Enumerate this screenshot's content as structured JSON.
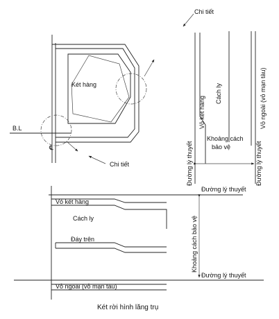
{
  "labels": {
    "chi_tiet_top": "Chi tiết",
    "chi_tiet_bottom": "Chi tiết",
    "ket_hang": "Két hàng",
    "bl": "B.L",
    "centerline": "℄",
    "vo_ket_hang_vertical": "Vỏ két hàng",
    "cach_ly_vertical": "Cách ly",
    "vo_ngoai_vertical": "Vỏ ngoài (vỏ mạn tàu)",
    "duong_ly_thuyet_left_vertical": "Đường lý thuyết",
    "duong_ly_thuyet_right_vertical": "Đường lý thuyết",
    "khoang_cach_line1": "Khoảng cách",
    "khoang_cach_line2": "bảo vệ",
    "duong_ly_thuyet_top": "Đường lý thuyết",
    "vo_ket_hang": "Vỏ két hàng",
    "cach_ly": "Cách ly",
    "day_tren": "Đáy trên",
    "khoang_cach_bao_ve_vertical": "Khoảng cách bảo vệ",
    "duong_ly_thuyet_bottom": "Đường lý thuyết",
    "vo_ngoai": "Vỏ ngoài (vỏ mạn tàu)",
    "caption": "Két rời hình lăng trụ"
  }
}
